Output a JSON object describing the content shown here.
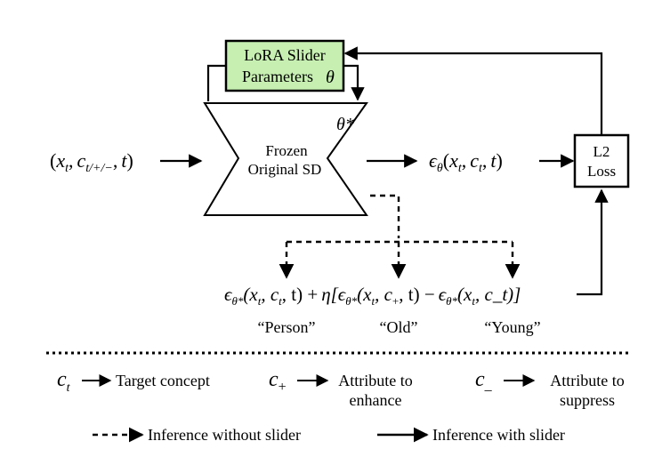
{
  "colors": {
    "lora_fill": "#c6efb1",
    "lora_stroke": "#000000",
    "line": "#000000",
    "background": "#ffffff"
  },
  "lora_box": {
    "line1": "LoRA Slider",
    "line2": "Parameters",
    "theta": "θ"
  },
  "frozen_model": {
    "line1": "Frozen",
    "line2": "Original SD",
    "theta_star": "θ*"
  },
  "input": {
    "open": "(",
    "x": "x",
    "x_sub": "t",
    "comma": ",",
    "c": "c",
    "c_sub": "t/+/−",
    "comma2": ",",
    "t": "t",
    "close": ")"
  },
  "output": {
    "eps": "ϵ",
    "eps_sub": "θ",
    "open": "(",
    "x": "x",
    "x_sub": "t",
    "comma": ",",
    "c": "c",
    "c_sub": "t",
    "comma2": ",",
    "t": "t",
    "close": ")"
  },
  "loss_box": {
    "line1": "L2",
    "line2": "Loss"
  },
  "formula": {
    "t1_eps": "ϵ",
    "t1_sub": "θ*",
    "t1_args": "(x",
    "t1_xsub": "t",
    "t1_c": ", c",
    "t1_csub": "t",
    "t1_end": ", t) +",
    "eta": "η[",
    "t2_eps": "ϵ",
    "t2_sub": "θ*",
    "t2_args": "(x",
    "t2_xsub": "t",
    "t2_c": ", c",
    "t2_csub": "+",
    "t2_end": ", t) −",
    "t3_eps": "ϵ",
    "t3_sub": "θ*",
    "t3_args": "(x",
    "t3_xsub": "t",
    "t3_c": ", c_",
    "t3_end": "t)]"
  },
  "labels": {
    "person": "“Person”",
    "old": "“Old”",
    "young": "“Young”"
  },
  "legend": {
    "ct_symbol": "c",
    "ct_sub": "t",
    "ct_text": "Target concept",
    "cplus_symbol": "c",
    "cplus_sub": "+",
    "cplus_text_1": "Attribute to",
    "cplus_text_2": "enhance",
    "cminus_symbol": "c",
    "cminus_sub": "_",
    "cminus_text_1": "Attribute to",
    "cminus_text_2": "suppress",
    "dashed_text": "Inference without slider",
    "solid_text": "Inference with slider"
  }
}
